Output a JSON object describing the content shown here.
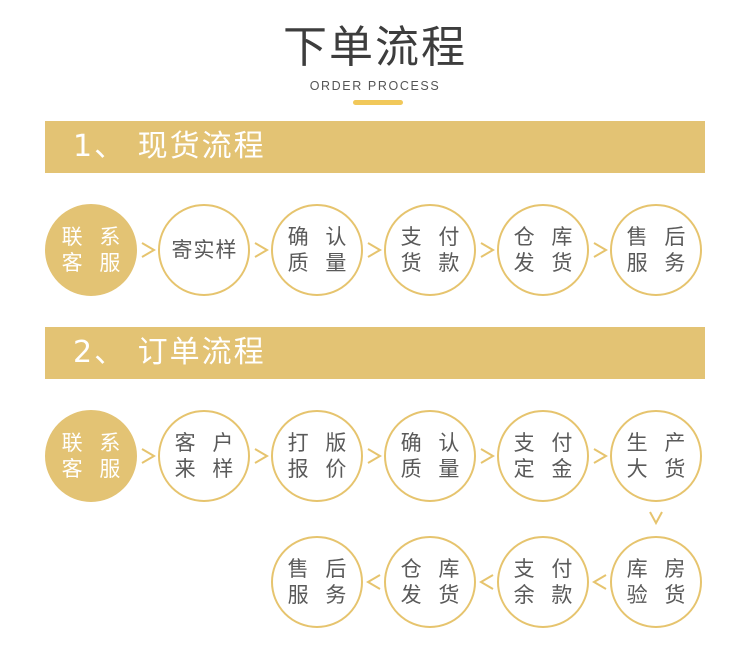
{
  "header": {
    "title": "下单流程",
    "subtitle": "ORDER PROCESS"
  },
  "colors": {
    "accent": "#e3c374",
    "underline": "#f1c85a",
    "circle_border": "#e6c46e",
    "text": "#5a5a5a"
  },
  "sections": [
    {
      "label": "1、 现货流程",
      "steps": [
        {
          "line1": "联 系",
          "line2": "客 服",
          "highlight": true
        },
        {
          "line1": "寄实样",
          "line2": ""
        },
        {
          "line1": "确 认",
          "line2": "质 量"
        },
        {
          "line1": "支 付",
          "line2": "货 款"
        },
        {
          "line1": "仓 库",
          "line2": "发 货"
        },
        {
          "line1": "售 后",
          "line2": "服 务"
        }
      ]
    },
    {
      "label": "2、 订单流程",
      "steps": [
        {
          "line1": "联 系",
          "line2": "客 服",
          "highlight": true
        },
        {
          "line1": "客 户",
          "line2": "来 样"
        },
        {
          "line1": "打 版",
          "line2": "报 价"
        },
        {
          "line1": "确 认",
          "line2": "质 量"
        },
        {
          "line1": "支 付",
          "line2": "定 金"
        },
        {
          "line1": "生 产",
          "line2": "大 货"
        },
        {
          "line1": "库 房",
          "line2": "验 货"
        },
        {
          "line1": "支 付",
          "line2": "余 款"
        },
        {
          "line1": "仓 库",
          "line2": "发 货"
        },
        {
          "line1": "售 后",
          "line2": "服 务"
        }
      ]
    }
  ],
  "arrows": {
    "right": ">",
    "left": "<",
    "down": "v"
  }
}
